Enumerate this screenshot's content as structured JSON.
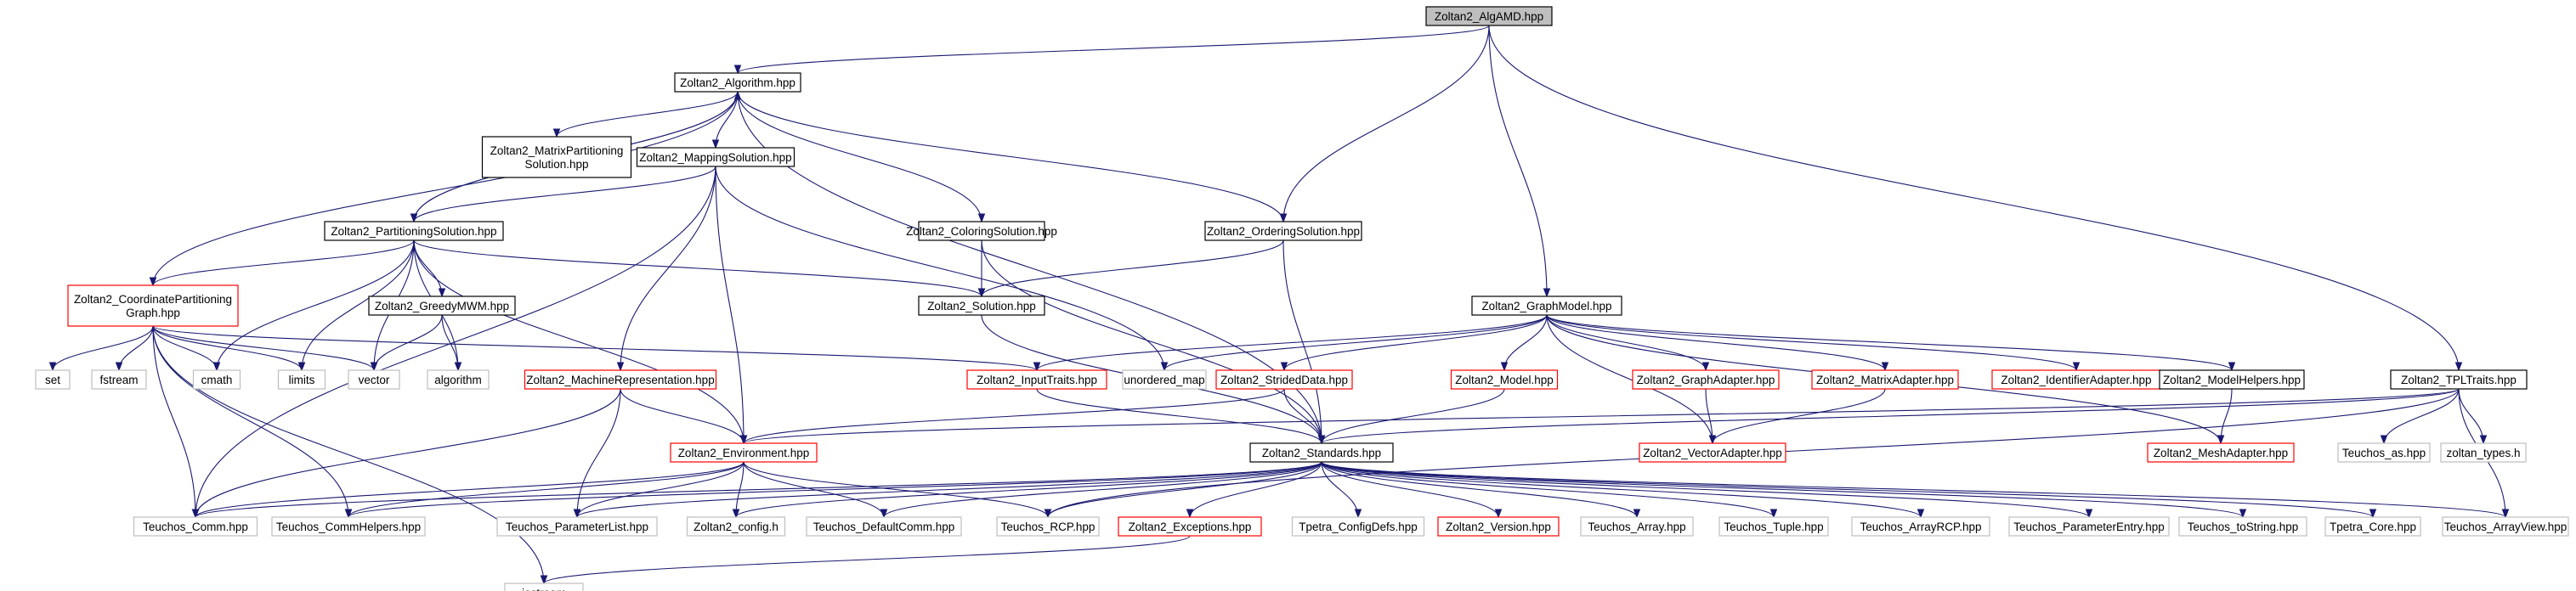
{
  "diagram": {
    "type": "include-dependency-graph",
    "colors": {
      "root_fill": "#bfbfbf",
      "documented_border": "#000000",
      "undocumented_border": "#ff0000",
      "system_border": "#bfbfbf",
      "edge": "#191970"
    },
    "nodes": [
      {
        "id": "root",
        "lines": [
          "Zoltan2_AlgAMD.hpp"
        ],
        "kind": "root"
      },
      {
        "id": "alg",
        "lines": [
          "Zoltan2_Algorithm.hpp"
        ],
        "kind": "doc"
      },
      {
        "id": "mps",
        "lines": [
          "Zoltan2_MatrixPartitioning",
          "Solution.hpp"
        ],
        "kind": "doc"
      },
      {
        "id": "map",
        "lines": [
          "Zoltan2_MappingSolution.hpp"
        ],
        "kind": "doc"
      },
      {
        "id": "ps",
        "lines": [
          "Zoltan2_PartitioningSolution.hpp"
        ],
        "kind": "doc"
      },
      {
        "id": "cs",
        "lines": [
          "Zoltan2_ColoringSolution.hpp"
        ],
        "kind": "doc"
      },
      {
        "id": "os",
        "lines": [
          "Zoltan2_OrderingSolution.hpp"
        ],
        "kind": "doc"
      },
      {
        "id": "cpg",
        "lines": [
          "Zoltan2_CoordinatePartitioning",
          "Graph.hpp"
        ],
        "kind": "undoc"
      },
      {
        "id": "gmwm",
        "lines": [
          "Zoltan2_GreedyMWM.hpp"
        ],
        "kind": "doc"
      },
      {
        "id": "sol",
        "lines": [
          "Zoltan2_Solution.hpp"
        ],
        "kind": "doc"
      },
      {
        "id": "gm",
        "lines": [
          "Zoltan2_GraphModel.hpp"
        ],
        "kind": "doc"
      },
      {
        "id": "set",
        "lines": [
          "set"
        ],
        "kind": "sys"
      },
      {
        "id": "fstream",
        "lines": [
          "fstream"
        ],
        "kind": "sys"
      },
      {
        "id": "cmath",
        "lines": [
          "cmath"
        ],
        "kind": "sys"
      },
      {
        "id": "limits",
        "lines": [
          "limits"
        ],
        "kind": "sys"
      },
      {
        "id": "vector",
        "lines": [
          "vector"
        ],
        "kind": "sys"
      },
      {
        "id": "algorithm",
        "lines": [
          "algorithm"
        ],
        "kind": "sys"
      },
      {
        "id": "mr",
        "lines": [
          "Zoltan2_MachineRepresentation.hpp"
        ],
        "kind": "undoc"
      },
      {
        "id": "it",
        "lines": [
          "Zoltan2_InputTraits.hpp"
        ],
        "kind": "undoc"
      },
      {
        "id": "umap",
        "lines": [
          "unordered_map"
        ],
        "kind": "sys"
      },
      {
        "id": "sd",
        "lines": [
          "Zoltan2_StridedData.hpp"
        ],
        "kind": "undoc"
      },
      {
        "id": "model",
        "lines": [
          "Zoltan2_Model.hpp"
        ],
        "kind": "undoc"
      },
      {
        "id": "ga",
        "lines": [
          "Zoltan2_GraphAdapter.hpp"
        ],
        "kind": "undoc"
      },
      {
        "id": "ma",
        "lines": [
          "Zoltan2_MatrixAdapter.hpp"
        ],
        "kind": "undoc"
      },
      {
        "id": "ia",
        "lines": [
          "Zoltan2_IdentifierAdapter.hpp"
        ],
        "kind": "undoc"
      },
      {
        "id": "mh",
        "lines": [
          "Zoltan2_ModelHelpers.hpp"
        ],
        "kind": "doc"
      },
      {
        "id": "tpl",
        "lines": [
          "Zoltan2_TPLTraits.hpp"
        ],
        "kind": "doc"
      },
      {
        "id": "env",
        "lines": [
          "Zoltan2_Environment.hpp"
        ],
        "kind": "undoc"
      },
      {
        "id": "std",
        "lines": [
          "Zoltan2_Standards.hpp"
        ],
        "kind": "doc"
      },
      {
        "id": "va",
        "lines": [
          "Zoltan2_VectorAdapter.hpp"
        ],
        "kind": "undoc"
      },
      {
        "id": "mesh",
        "lines": [
          "Zoltan2_MeshAdapter.hpp"
        ],
        "kind": "undoc"
      },
      {
        "id": "tas",
        "lines": [
          "Teuchos_as.hpp"
        ],
        "kind": "sys"
      },
      {
        "id": "ztypes",
        "lines": [
          "zoltan_types.h"
        ],
        "kind": "sys"
      },
      {
        "id": "tcomm",
        "lines": [
          "Teuchos_Comm.hpp"
        ],
        "kind": "sys"
      },
      {
        "id": "tch",
        "lines": [
          "Teuchos_CommHelpers.hpp"
        ],
        "kind": "sys"
      },
      {
        "id": "tpl_list",
        "lines": [
          "Teuchos_ParameterList.hpp"
        ],
        "kind": "sys"
      },
      {
        "id": "zcfg",
        "lines": [
          "Zoltan2_config.h"
        ],
        "kind": "sys"
      },
      {
        "id": "tdc",
        "lines": [
          "Teuchos_DefaultComm.hpp"
        ],
        "kind": "sys"
      },
      {
        "id": "trcp",
        "lines": [
          "Teuchos_RCP.hpp"
        ],
        "kind": "sys"
      },
      {
        "id": "zexc",
        "lines": [
          "Zoltan2_Exceptions.hpp"
        ],
        "kind": "undoc"
      },
      {
        "id": "tpcd",
        "lines": [
          "Tpetra_ConfigDefs.hpp"
        ],
        "kind": "sys"
      },
      {
        "id": "zver",
        "lines": [
          "Zoltan2_Version.hpp"
        ],
        "kind": "undoc"
      },
      {
        "id": "tarr",
        "lines": [
          "Teuchos_Array.hpp"
        ],
        "kind": "sys"
      },
      {
        "id": "ttup",
        "lines": [
          "Teuchos_Tuple.hpp"
        ],
        "kind": "sys"
      },
      {
        "id": "tarcp",
        "lines": [
          "Teuchos_ArrayRCP.hpp"
        ],
        "kind": "sys"
      },
      {
        "id": "tpe",
        "lines": [
          "Teuchos_ParameterEntry.hpp"
        ],
        "kind": "sys"
      },
      {
        "id": "tts",
        "lines": [
          "Teuchos_toString.hpp"
        ],
        "kind": "sys"
      },
      {
        "id": "tcore",
        "lines": [
          "Tpetra_Core.hpp"
        ],
        "kind": "sys"
      },
      {
        "id": "tav",
        "lines": [
          "Teuchos_ArrayView.hpp"
        ],
        "kind": "sys"
      },
      {
        "id": "ios",
        "lines": [
          "iostream"
        ],
        "kind": "sys"
      }
    ],
    "edges": [
      [
        "root",
        "alg"
      ],
      [
        "root",
        "os"
      ],
      [
        "root",
        "gm"
      ],
      [
        "root",
        "tpl"
      ],
      [
        "alg",
        "mps"
      ],
      [
        "alg",
        "map"
      ],
      [
        "alg",
        "ps"
      ],
      [
        "alg",
        "cs"
      ],
      [
        "alg",
        "os"
      ],
      [
        "alg",
        "cpg"
      ],
      [
        "alg",
        "std"
      ],
      [
        "map",
        "ps"
      ],
      [
        "map",
        "mr"
      ],
      [
        "map",
        "env"
      ],
      [
        "map",
        "umap"
      ],
      [
        "map",
        "tcomm"
      ],
      [
        "ps",
        "alg"
      ],
      [
        "ps",
        "cpg"
      ],
      [
        "ps",
        "gmwm"
      ],
      [
        "ps",
        "sol"
      ],
      [
        "ps",
        "cmath"
      ],
      [
        "ps",
        "limits"
      ],
      [
        "ps",
        "vector"
      ],
      [
        "ps",
        "algorithm"
      ],
      [
        "ps",
        "env"
      ],
      [
        "cs",
        "sol"
      ],
      [
        "cs",
        "std"
      ],
      [
        "os",
        "sol"
      ],
      [
        "os",
        "std"
      ],
      [
        "sol",
        "std"
      ],
      [
        "cpg",
        "set"
      ],
      [
        "cpg",
        "fstream"
      ],
      [
        "cpg",
        "cmath"
      ],
      [
        "cpg",
        "limits"
      ],
      [
        "cpg",
        "vector"
      ],
      [
        "cpg",
        "it"
      ],
      [
        "cpg",
        "tcomm"
      ],
      [
        "cpg",
        "tch"
      ],
      [
        "cpg",
        "ios"
      ],
      [
        "gmwm",
        "vector"
      ],
      [
        "gmwm",
        "algorithm"
      ],
      [
        "mr",
        "env"
      ],
      [
        "mr",
        "tcomm"
      ],
      [
        "mr",
        "tpl_list"
      ],
      [
        "it",
        "std"
      ],
      [
        "gm",
        "it"
      ],
      [
        "gm",
        "umap"
      ],
      [
        "gm",
        "sd"
      ],
      [
        "gm",
        "model"
      ],
      [
        "gm",
        "ga"
      ],
      [
        "gm",
        "ma"
      ],
      [
        "gm",
        "ia"
      ],
      [
        "gm",
        "mh"
      ],
      [
        "gm",
        "va"
      ],
      [
        "gm",
        "mesh"
      ],
      [
        "sd",
        "env"
      ],
      [
        "sd",
        "std"
      ],
      [
        "model",
        "std"
      ],
      [
        "ga",
        "va"
      ],
      [
        "ma",
        "va"
      ],
      [
        "mh",
        "mesh"
      ],
      [
        "tpl",
        "std"
      ],
      [
        "tpl",
        "env"
      ],
      [
        "tpl",
        "tas"
      ],
      [
        "tpl",
        "ztypes"
      ],
      [
        "tpl",
        "tav"
      ],
      [
        "tpl",
        "trcp"
      ],
      [
        "env",
        "tcomm"
      ],
      [
        "env",
        "tch"
      ],
      [
        "env",
        "tpl_list"
      ],
      [
        "env",
        "zcfg"
      ],
      [
        "env",
        "tdc"
      ],
      [
        "env",
        "trcp"
      ],
      [
        "std",
        "tcomm"
      ],
      [
        "std",
        "tch"
      ],
      [
        "std",
        "tpl_list"
      ],
      [
        "std",
        "zcfg"
      ],
      [
        "std",
        "tdc"
      ],
      [
        "std",
        "trcp"
      ],
      [
        "std",
        "zexc"
      ],
      [
        "std",
        "tpcd"
      ],
      [
        "std",
        "zver"
      ],
      [
        "std",
        "tarr"
      ],
      [
        "std",
        "ttup"
      ],
      [
        "std",
        "tarcp"
      ],
      [
        "std",
        "tpe"
      ],
      [
        "std",
        "tts"
      ],
      [
        "std",
        "tcore"
      ],
      [
        "std",
        "tav"
      ],
      [
        "zexc",
        "ios"
      ]
    ]
  }
}
